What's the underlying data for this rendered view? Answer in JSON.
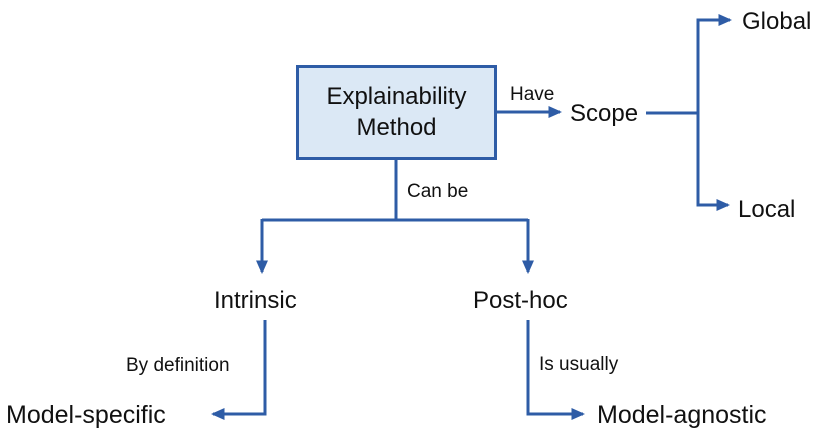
{
  "nodes": {
    "root": "Explainability Method",
    "scope": "Scope",
    "global": "Global",
    "local": "Local",
    "intrinsic": "Intrinsic",
    "post_hoc": "Post-hoc",
    "model_specific": "Model-specific",
    "model_agnostic": "Model-agnostic"
  },
  "edges": {
    "have": "Have",
    "can_be": "Can be",
    "by_definition": "By definition",
    "is_usually": "Is usually"
  },
  "colors": {
    "line": "#2e5ca6",
    "box_fill": "#dbe8f5",
    "box_border": "#2e5ca6",
    "text": "#111111",
    "background": "#ffffff"
  }
}
